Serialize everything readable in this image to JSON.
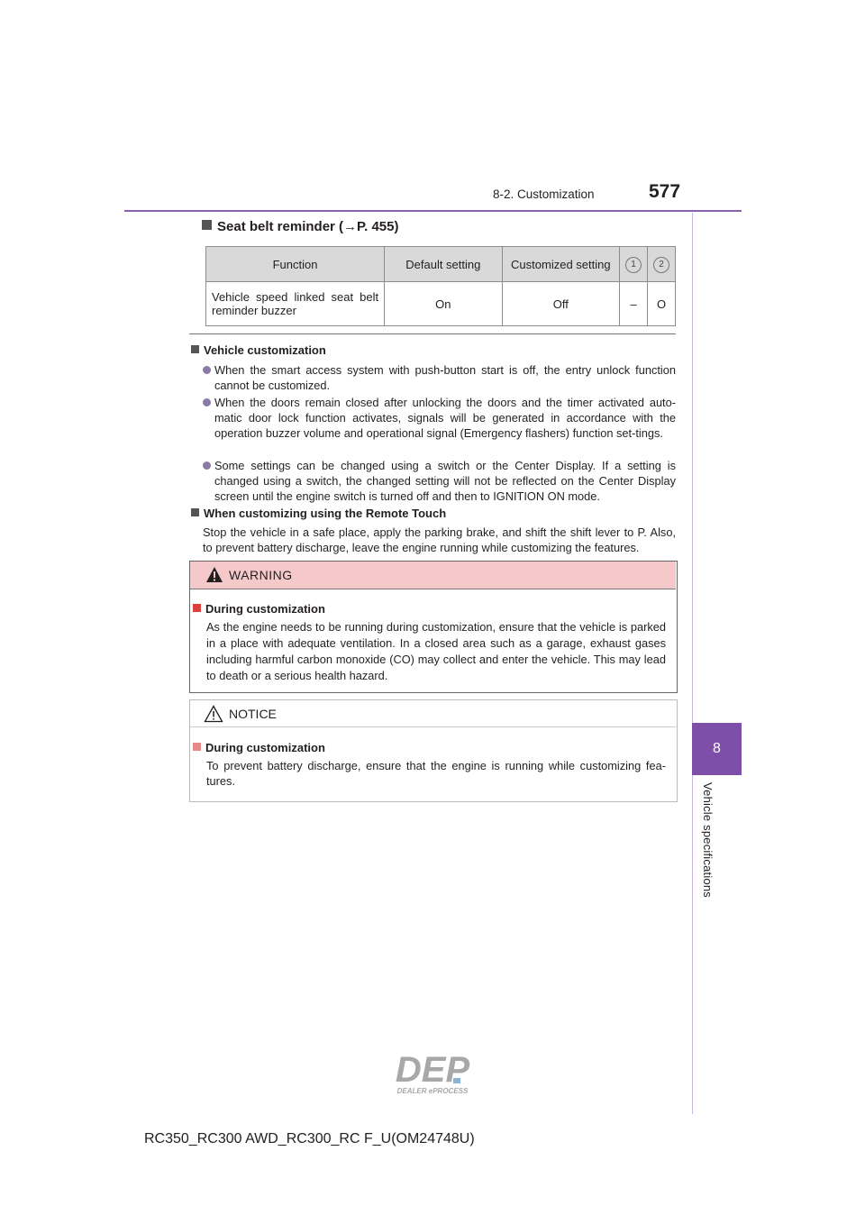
{
  "header": {
    "section": "8-2. Customization",
    "page_number": "577"
  },
  "side_tab": {
    "number": "8",
    "label": "Vehicle specifications"
  },
  "section": {
    "title": "Seat belt reminder (",
    "arrow": "→",
    "ref": "P. 455)"
  },
  "table": {
    "headers": [
      "Function",
      "Default setting",
      "Customized setting",
      "1",
      "2"
    ],
    "rows": [
      {
        "function": "Vehicle speed linked seat belt reminder buzzer",
        "default": "On",
        "custom": "Off",
        "c1": "–",
        "c2": "O"
      }
    ]
  },
  "notes": [
    {
      "title": "Vehicle customization",
      "bullets": [
        "When the smart access system with push-button start is off, the entry unlock function cannot be customized.",
        "When the doors remain closed after unlocking the doors and the timer activated auto-matic door lock function activates, signals will be generated in accordance with the operation buzzer volume and operational signal (Emergency flashers) function set-tings.",
        "Some settings can be changed using a switch or the Center Display. If a setting is changed using a switch, the changed setting will not be reflected on the Center Display screen until the engine switch is turned off and then to IGNITION ON mode."
      ]
    },
    {
      "title": "When customizing using the Remote Touch",
      "body": "Stop the vehicle in a safe place, apply the parking brake, and shift the shift lever to P. Also, to prevent battery discharge, leave the engine running while customizing the features."
    }
  ],
  "warning": {
    "title": "WARNING",
    "heading": "During customization",
    "body": "As the engine needs to be running during customization, ensure that the vehicle is parked in a place with adequate ventilation. In a closed area such as a garage, exhaust gases including harmful carbon monoxide (CO) may collect and enter the vehicle. This may lead to death or a serious health hazard."
  },
  "notice": {
    "title": "NOTICE",
    "heading": "During customization",
    "body": "To prevent battery discharge, ensure that the engine is running while customizing fea-tures."
  },
  "logo": {
    "text_main": "DEP",
    "text_sub": "DEALER ePROCESS"
  },
  "footer": "RC350_RC300 AWD_RC300_RC F_U(OM24748U)",
  "colors": {
    "accent": "#7e4fa8",
    "warning_bar": "#f5c9c9",
    "warning_square": "#d9413f"
  }
}
